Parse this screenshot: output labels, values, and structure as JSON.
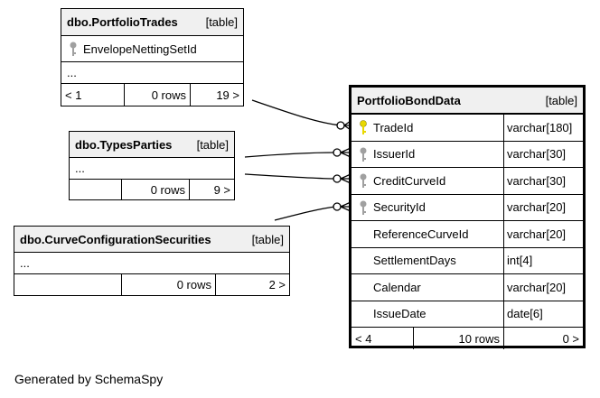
{
  "tables": {
    "portfolio_trades": {
      "name": "dbo.PortfolioTrades",
      "kind": "[table]",
      "columns": [
        "EnvelopeNettingSetId"
      ],
      "ellipsis": "...",
      "footer": {
        "left": "< 1",
        "rows": "0 rows",
        "right": "19 >"
      }
    },
    "types_parties": {
      "name": "dbo.TypesParties",
      "kind": "[table]",
      "ellipsis": "...",
      "footer": {
        "rows": "0 rows",
        "right": "9 >"
      }
    },
    "curve_config": {
      "name": "dbo.CurveConfigurationSecurities",
      "kind": "[table]",
      "ellipsis": "...",
      "footer": {
        "rows": "0 rows",
        "right": "2 >"
      }
    },
    "portfolio_bond_data": {
      "name": "PortfolioBondData",
      "kind": "[table]",
      "columns": [
        {
          "name": "TradeId",
          "type": "varchar[180]",
          "key": "primary"
        },
        {
          "name": "IssuerId",
          "type": "varchar[30]",
          "key": "foreign"
        },
        {
          "name": "CreditCurveId",
          "type": "varchar[30]",
          "key": "foreign"
        },
        {
          "name": "SecurityId",
          "type": "varchar[20]",
          "key": "foreign"
        },
        {
          "name": "ReferenceCurveId",
          "type": "varchar[20]",
          "key": "none"
        },
        {
          "name": "SettlementDays",
          "type": "int[4]",
          "key": "none"
        },
        {
          "name": "Calendar",
          "type": "varchar[20]",
          "key": "none"
        },
        {
          "name": "IssueDate",
          "type": "date[6]",
          "key": "none"
        }
      ],
      "footer": {
        "left": "< 4",
        "rows": "10 rows",
        "right": "0 >"
      }
    }
  },
  "footer_text": "Generated by SchemaSpy",
  "colors": {
    "primary_key": "#e8d800",
    "foreign_key": "#a0a0a0",
    "header_bg": "#f0f0f0"
  }
}
